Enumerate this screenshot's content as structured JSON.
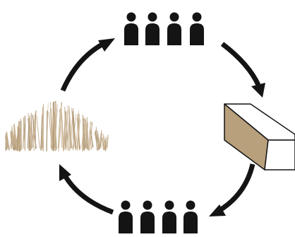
{
  "diagram": {
    "type": "cycle",
    "nodes": [
      {
        "id": "people-top",
        "icon": "people-group-icon",
        "count": 4
      },
      {
        "id": "block",
        "icon": "block-icon"
      },
      {
        "id": "people-bottom",
        "icon": "people-group-icon",
        "count": 4
      },
      {
        "id": "grass",
        "icon": "grass-tuft-icon"
      }
    ],
    "edges": [
      {
        "from": "people-top",
        "to": "block"
      },
      {
        "from": "block",
        "to": "people-bottom"
      },
      {
        "from": "people-bottom",
        "to": "grass"
      },
      {
        "from": "grass",
        "to": "people-top"
      }
    ]
  },
  "colors": {
    "ink": "#141414",
    "block_side": "#b8a07c",
    "block_face": "#ffffff",
    "grass": "#c9b393",
    "grass_dark": "#a99270"
  }
}
